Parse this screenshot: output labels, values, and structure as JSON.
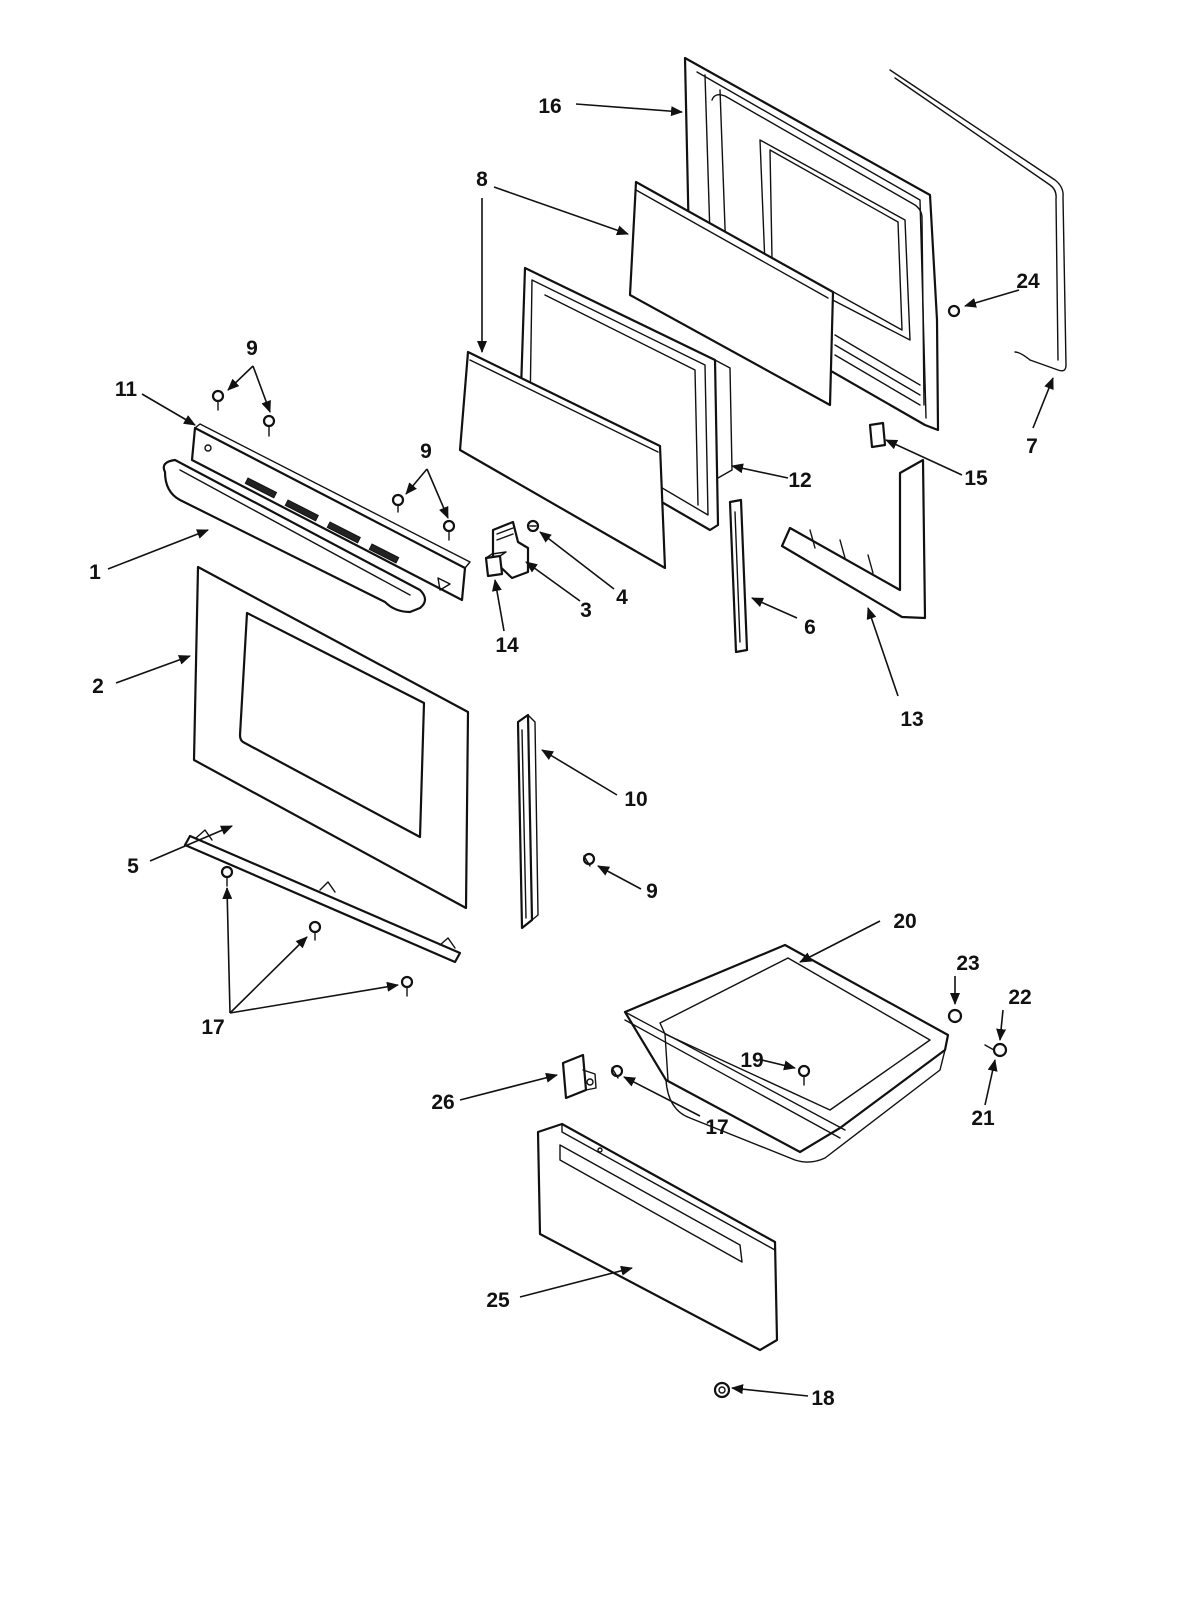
{
  "callouts": {
    "c1": "1",
    "c2": "2",
    "c3": "3",
    "c4": "4",
    "c5": "5",
    "c6": "6",
    "c7": "7",
    "c8": "8",
    "c9": "9",
    "c10": "10",
    "c11": "11",
    "c12": "12",
    "c13": "13",
    "c14": "14",
    "c15": "15",
    "c16": "16",
    "c17": "17",
    "c18": "18",
    "c19": "19",
    "c20": "20",
    "c21": "21",
    "c22": "22",
    "c23": "23",
    "c24": "24",
    "c25": "25",
    "c26": "26"
  },
  "colors": {
    "line": "#111111",
    "background": "#ffffff"
  }
}
